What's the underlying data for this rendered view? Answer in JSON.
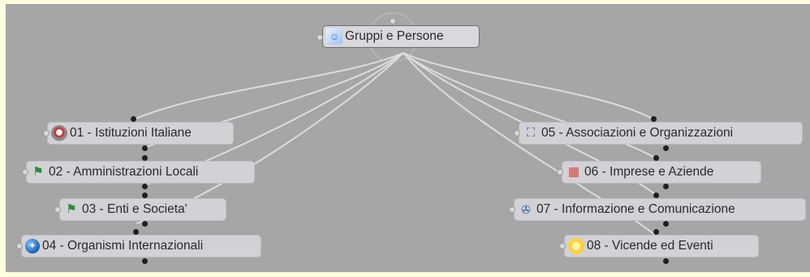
{
  "root": {
    "label": "Gruppi e Persone",
    "icon": "people-icon"
  },
  "left_nodes": [
    {
      "label": "01 - Istituzioni Italiane",
      "icon": "emblem-icon"
    },
    {
      "label": "02 - Amministrazioni Locali",
      "icon": "map-flag-icon"
    },
    {
      "label": "03 - Enti e Societa'",
      "icon": "map-flag-icon"
    },
    {
      "label": "04 - Organismi Internazionali",
      "icon": "globe-icon"
    }
  ],
  "right_nodes": [
    {
      "label": "05 - Associazioni e Organizzazioni",
      "icon": "association-icon"
    },
    {
      "label": "06 - Imprese e Aziende",
      "icon": "shop-icon"
    },
    {
      "label": "07 - Informazione e Comunicazione",
      "icon": "antenna-icon"
    },
    {
      "label": "08 - Vicende ed Eventi",
      "icon": "sun-icon"
    }
  ],
  "colors": {
    "page_background": "#fefddf",
    "canvas_background": "#a6a6a6",
    "node_fill": "#d2d1d6",
    "link_color": "#e6e6e6",
    "port_color": "#1f1f1f"
  }
}
